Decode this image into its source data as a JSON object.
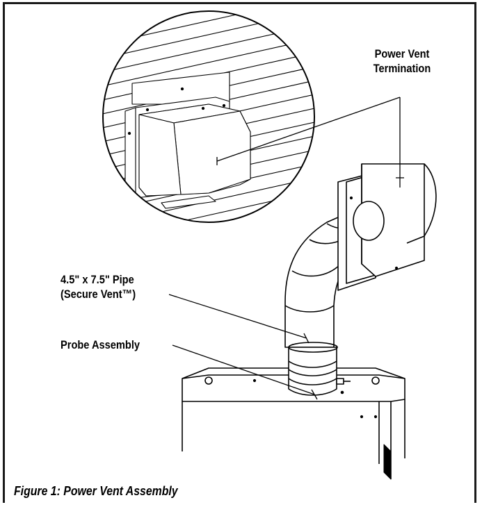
{
  "figure": {
    "caption": "Figure 1: Power Vent Assembly",
    "callouts": {
      "termination_line1": "Power Vent",
      "termination_line2": "Termination",
      "pipe_line1": "4.5\" x 7.5\" Pipe",
      "pipe_line2": "(Secure Vent™)",
      "probe": "Probe Assembly"
    }
  },
  "colors": {
    "frame": "#1a1a1a",
    "line": "#000000",
    "fill": "#ffffff"
  }
}
